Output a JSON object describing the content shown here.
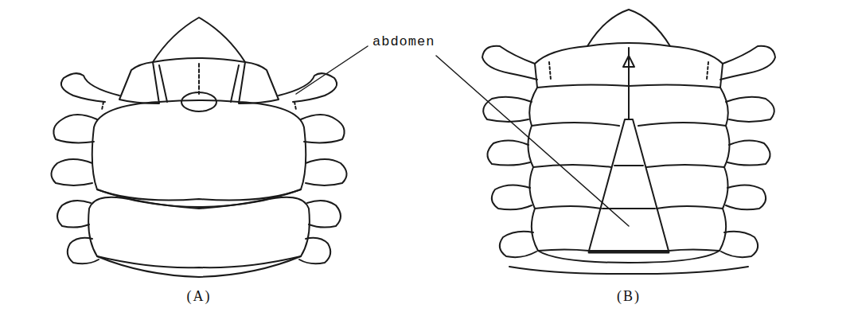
{
  "diagram": {
    "labels": [
      "abdomen",
      "(A)",
      "(B)"
    ]
  }
}
